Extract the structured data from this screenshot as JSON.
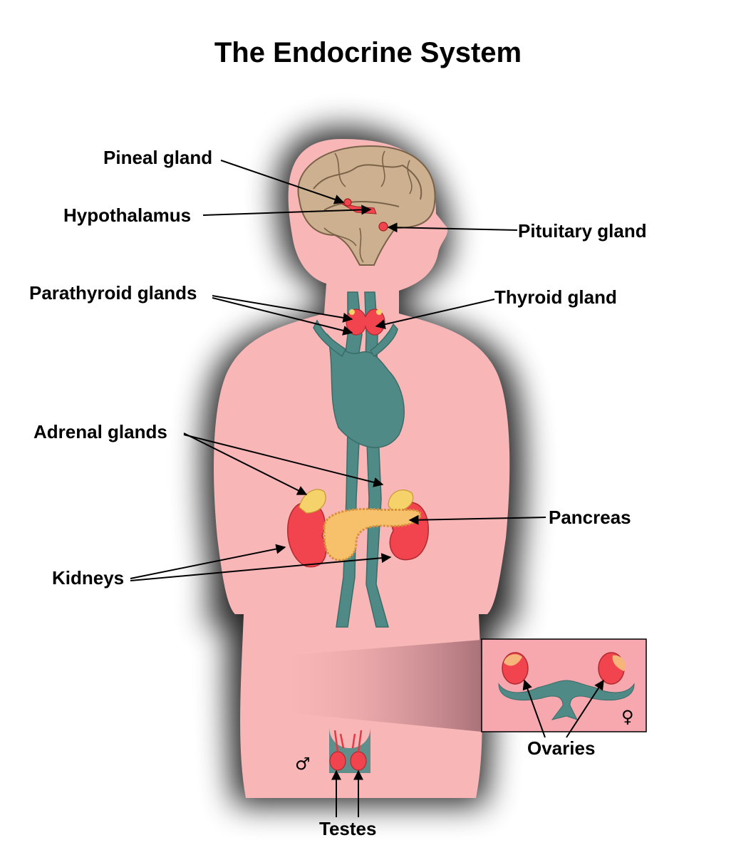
{
  "title": "The Endocrine System",
  "labels": {
    "pineal": "Pineal gland",
    "hypothalamus": "Hypothalamus",
    "pituitary": "Pituitary gland",
    "parathyroid": "Parathyroid glands",
    "thyroid": "Thyroid gland",
    "adrenal": "Adrenal glands",
    "pancreas": "Pancreas",
    "kidneys": "Kidneys",
    "ovaries": "Ovaries",
    "testes": "Testes"
  },
  "symbols": {
    "male": "♂",
    "female": "♀"
  },
  "colors": {
    "body": "#f9b6b6",
    "shadow": "#000000",
    "brain": "#cdb090",
    "vessels": "#4f8a86",
    "gland_red": "#f2444f",
    "gland_yellow": "#f6d26a",
    "pancreas": "#f6c16a"
  }
}
